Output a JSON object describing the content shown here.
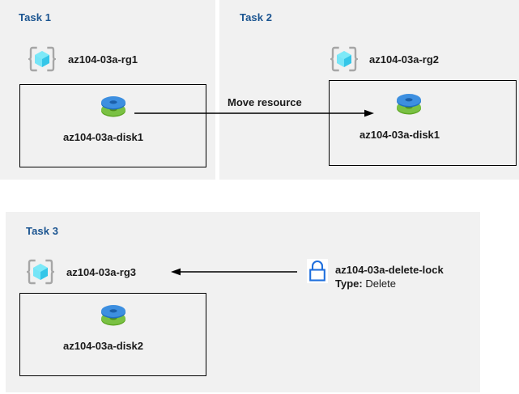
{
  "diagram": {
    "background_color": "#ffffff",
    "panel_color": "#f1f1f1",
    "title_color": "#1a5490",
    "text_color": "#1a1a1a",
    "lock_color": "#1f6fdd"
  },
  "panels": [
    {
      "title": "Task 1",
      "resource_group": {
        "name": "az104-03a-rg1",
        "icon": "resource-group-icon"
      },
      "resource": {
        "name": "az104-03a-disk1",
        "icon": "disk-icon"
      }
    },
    {
      "title": "Task 2",
      "resource_group": {
        "name": "az104-03a-rg2",
        "icon": "resource-group-icon"
      },
      "resource": {
        "name": "az104-03a-disk1",
        "icon": "disk-icon"
      }
    },
    {
      "title": "Task 3",
      "resource_group": {
        "name": "az104-03a-rg3",
        "icon": "resource-group-icon"
      },
      "resource": {
        "name": "az104-03a-disk2",
        "icon": "disk-icon"
      },
      "lock": {
        "name": "az104-03a-delete-lock",
        "type_label": "Type:",
        "type_value": "Delete",
        "icon": "lock-icon"
      }
    }
  ],
  "connectors": {
    "move_resource_label": "Move resource",
    "move_resource_direction": "right",
    "lock_arrow_direction": "left"
  }
}
